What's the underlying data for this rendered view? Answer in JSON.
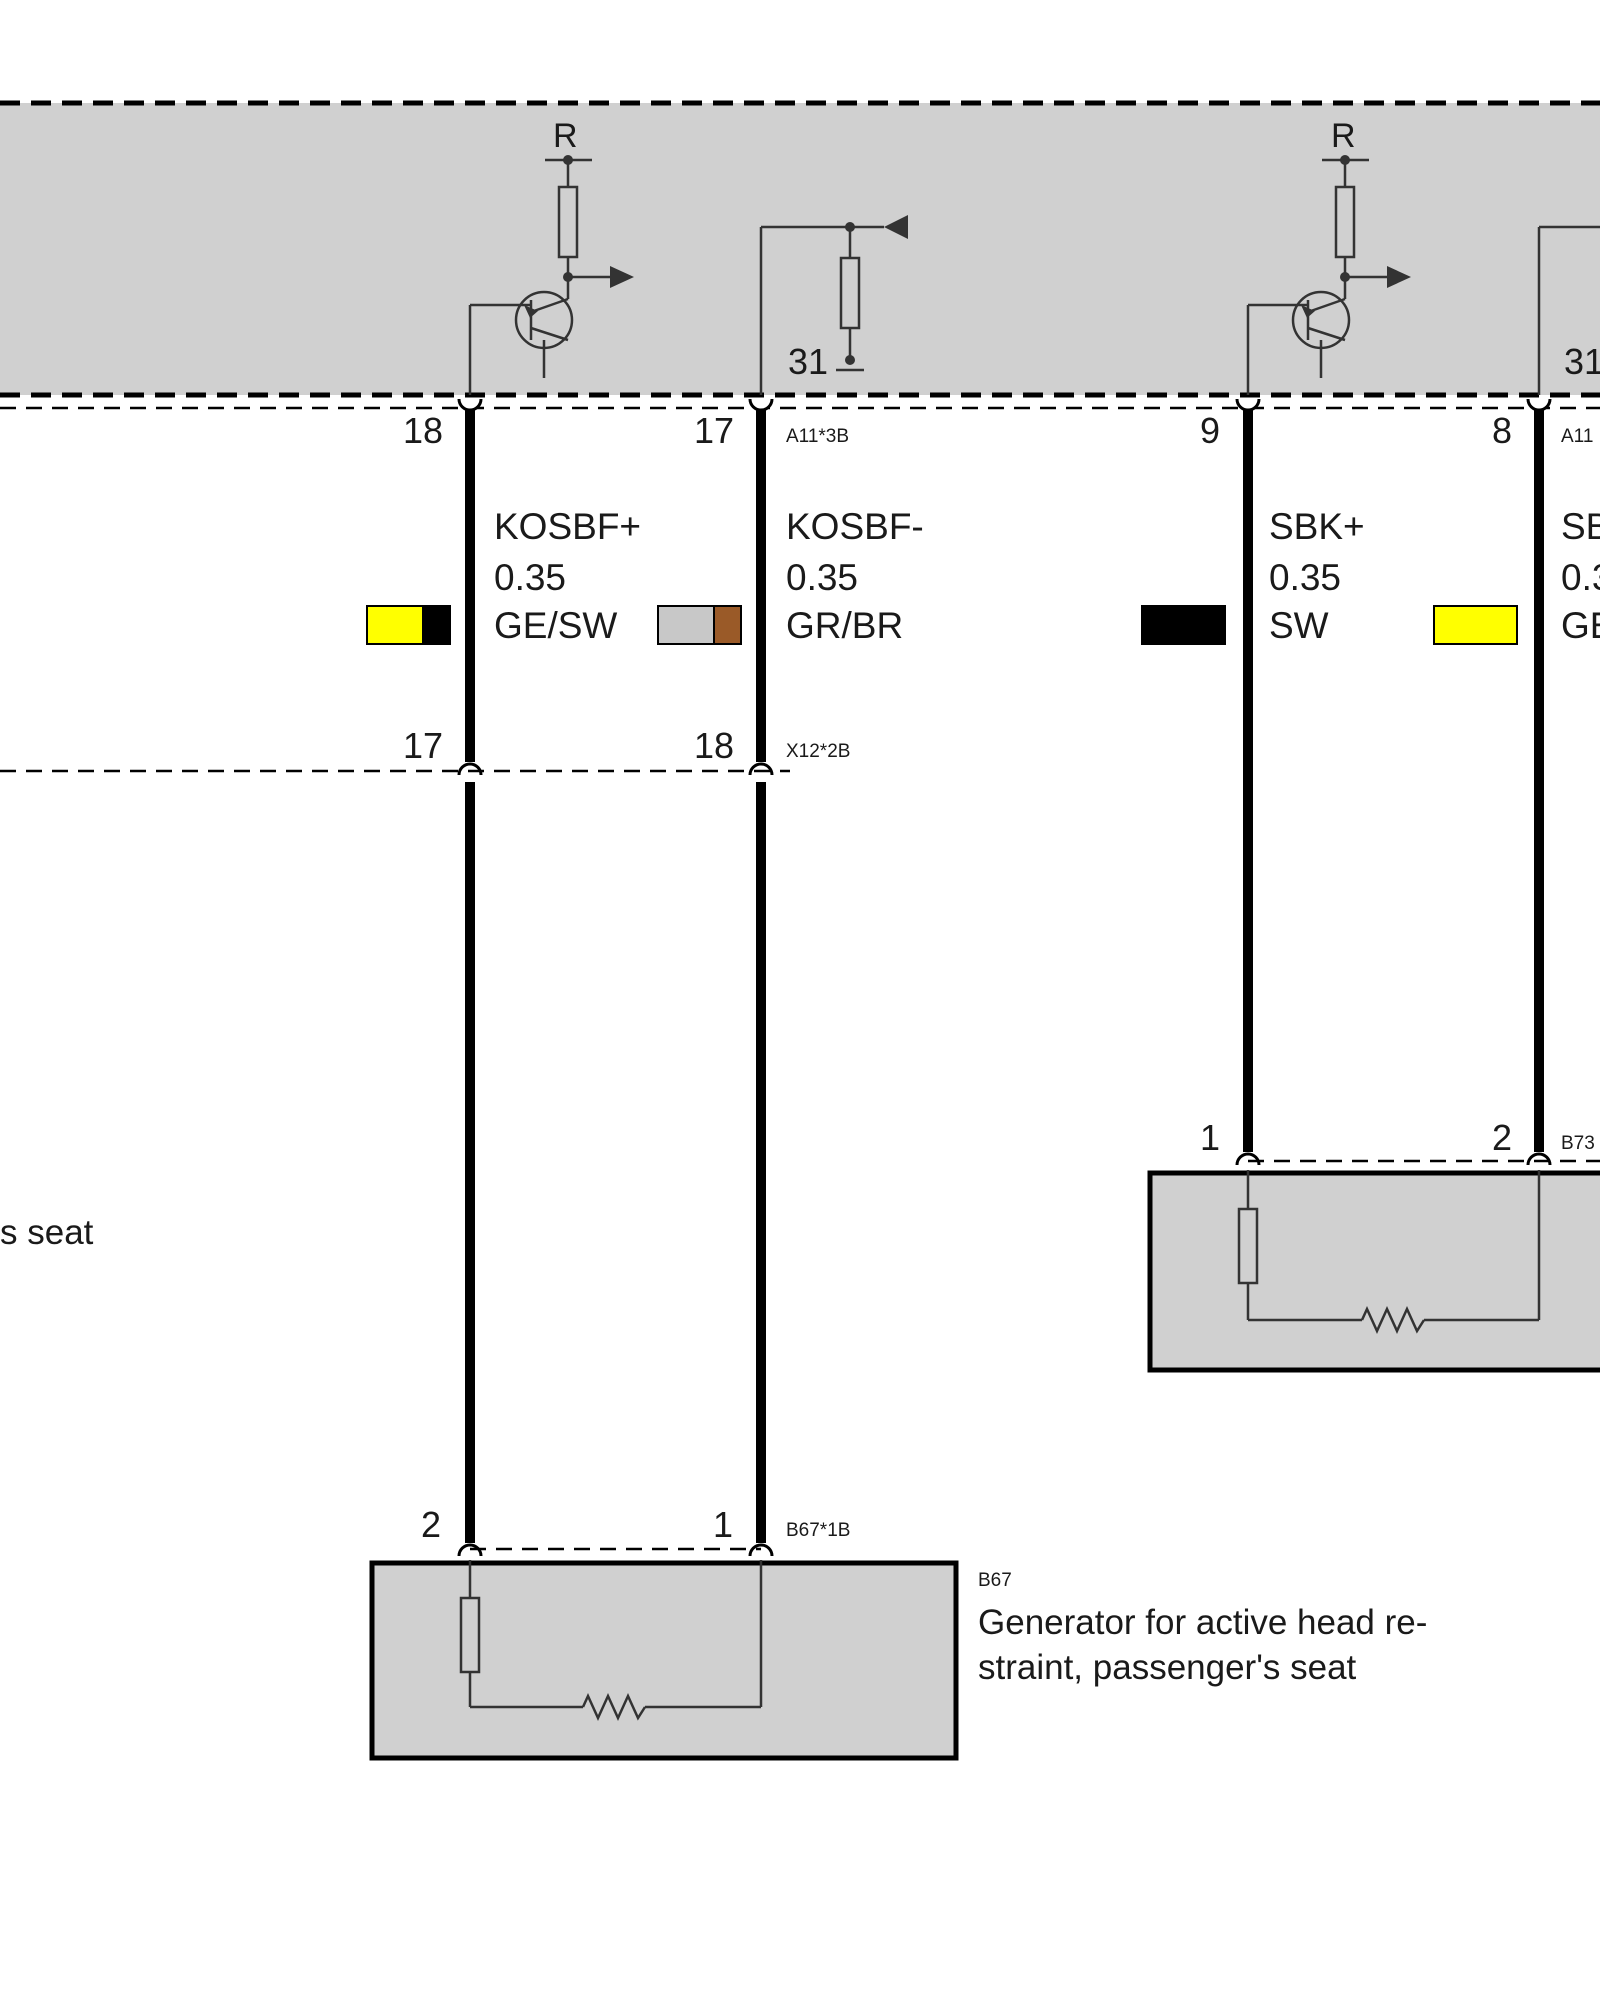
{
  "control_unit": {
    "resistor_label_1": "R",
    "resistor_label_2": "R",
    "ground_label_1": "31",
    "ground_label_2": "31"
  },
  "connectors": {
    "a11": "A11*3B",
    "a11_partial": "A11",
    "x12": "X12*2B",
    "b67": "B67*1B",
    "b73_partial": "B73"
  },
  "pins": {
    "w1_top": "18",
    "w2_top": "17",
    "w3_top": "9",
    "w4_top": "8",
    "w1_mid": "17",
    "w2_mid": "18",
    "b67_left": "2",
    "b67_right": "1",
    "b73_left": "1",
    "b73_right": "2"
  },
  "wires": [
    {
      "name": "KOSBF+",
      "gauge": "0.35",
      "color_code": "GE/SW",
      "colors": [
        "#ffff00",
        "#000000"
      ]
    },
    {
      "name": "KOSBF-",
      "gauge": "0.35",
      "color_code": "GR/BR",
      "colors": [
        "#c8c8c8",
        "#9a5a28"
      ]
    },
    {
      "name": "SBK+",
      "gauge": "0.35",
      "color_code": "SW",
      "colors": [
        "#000000"
      ]
    },
    {
      "name": "SB",
      "gauge": "0.3",
      "color_code": "GE",
      "colors": [
        "#ffff00"
      ]
    }
  ],
  "components": {
    "b67_id": "B67",
    "b67_desc_line1": "Generator for active head re-",
    "b67_desc_line2": "straint, passenger's seat",
    "left_partial_text": "s seat"
  },
  "colors": {
    "module_fill": "#d0d0d0",
    "wire": "#000000",
    "thin_line": "#333333"
  }
}
